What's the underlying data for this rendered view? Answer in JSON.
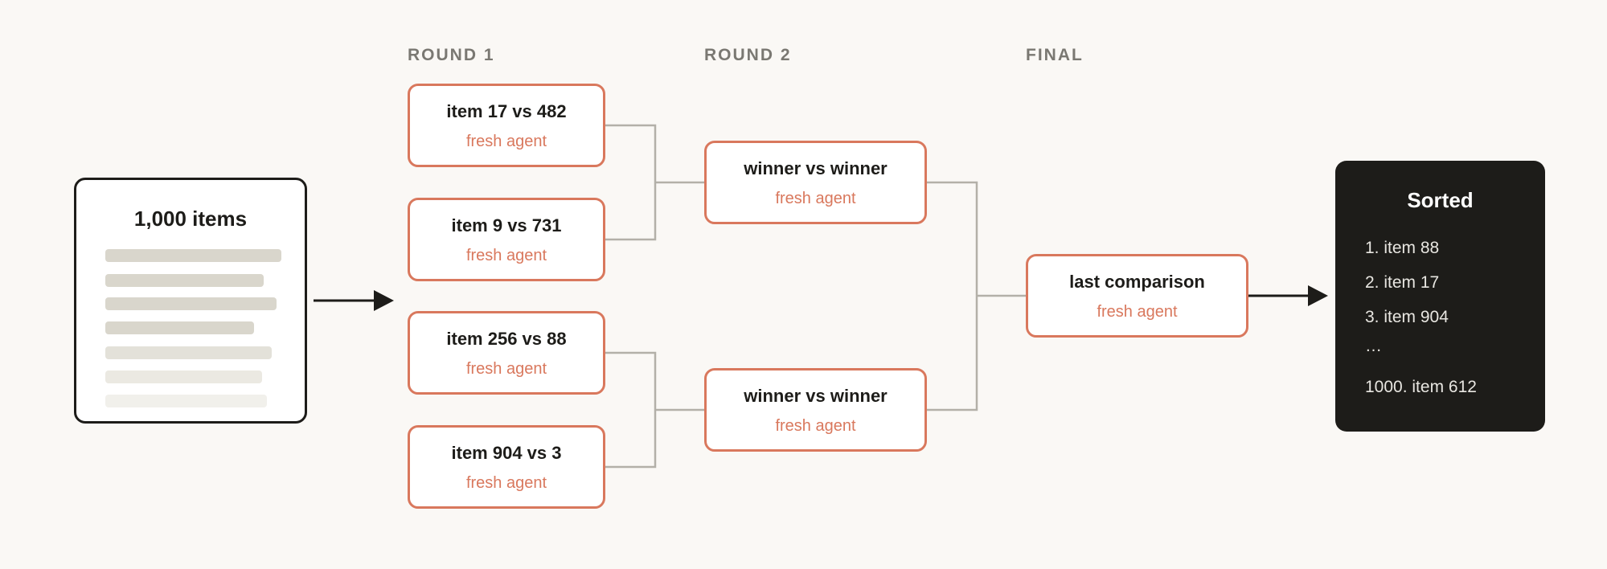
{
  "headers": {
    "round1": "ROUND 1",
    "round2": "ROUND 2",
    "final": "FINAL"
  },
  "input": {
    "title": "1,000 items"
  },
  "round1": [
    {
      "title": "item 17 vs 482",
      "sub": "fresh agent"
    },
    {
      "title": "item 9 vs 731",
      "sub": "fresh agent"
    },
    {
      "title": "item 256 vs 88",
      "sub": "fresh agent"
    },
    {
      "title": "item 904 vs 3",
      "sub": "fresh agent"
    }
  ],
  "round2": [
    {
      "title": "winner vs winner",
      "sub": "fresh agent"
    },
    {
      "title": "winner vs winner",
      "sub": "fresh agent"
    }
  ],
  "final": {
    "title": "last comparison",
    "sub": "fresh agent"
  },
  "output": {
    "title": "Sorted",
    "lines": [
      "1. item 88",
      "2. item 17",
      "3. item 904",
      "…",
      "1000. item 612"
    ]
  },
  "colors": {
    "background": "#faf8f5",
    "accent": "#d9785d",
    "dark": "#1d1c19",
    "connector": "#b3b0a8",
    "header_text": "#7a7872"
  }
}
